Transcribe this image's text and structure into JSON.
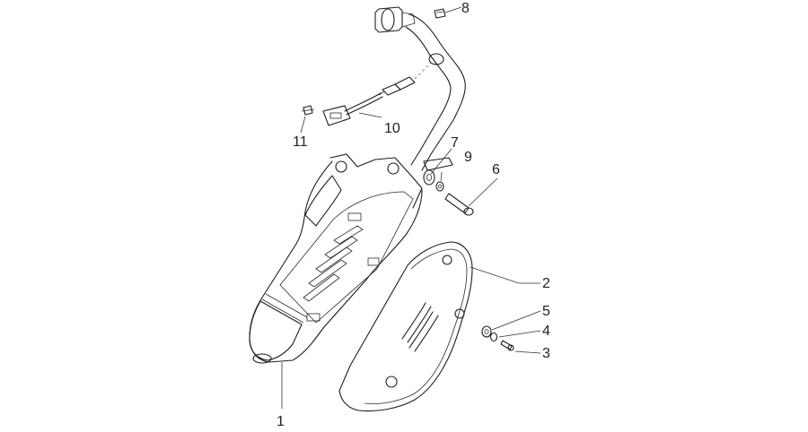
{
  "diagram": {
    "labels": {
      "p1": "1",
      "p2": "2",
      "p3": "3",
      "p4": "4",
      "p5": "5",
      "p6": "6",
      "p7": "7",
      "p8": "8",
      "p9": "9",
      "p10": "10",
      "p11": "11"
    }
  }
}
